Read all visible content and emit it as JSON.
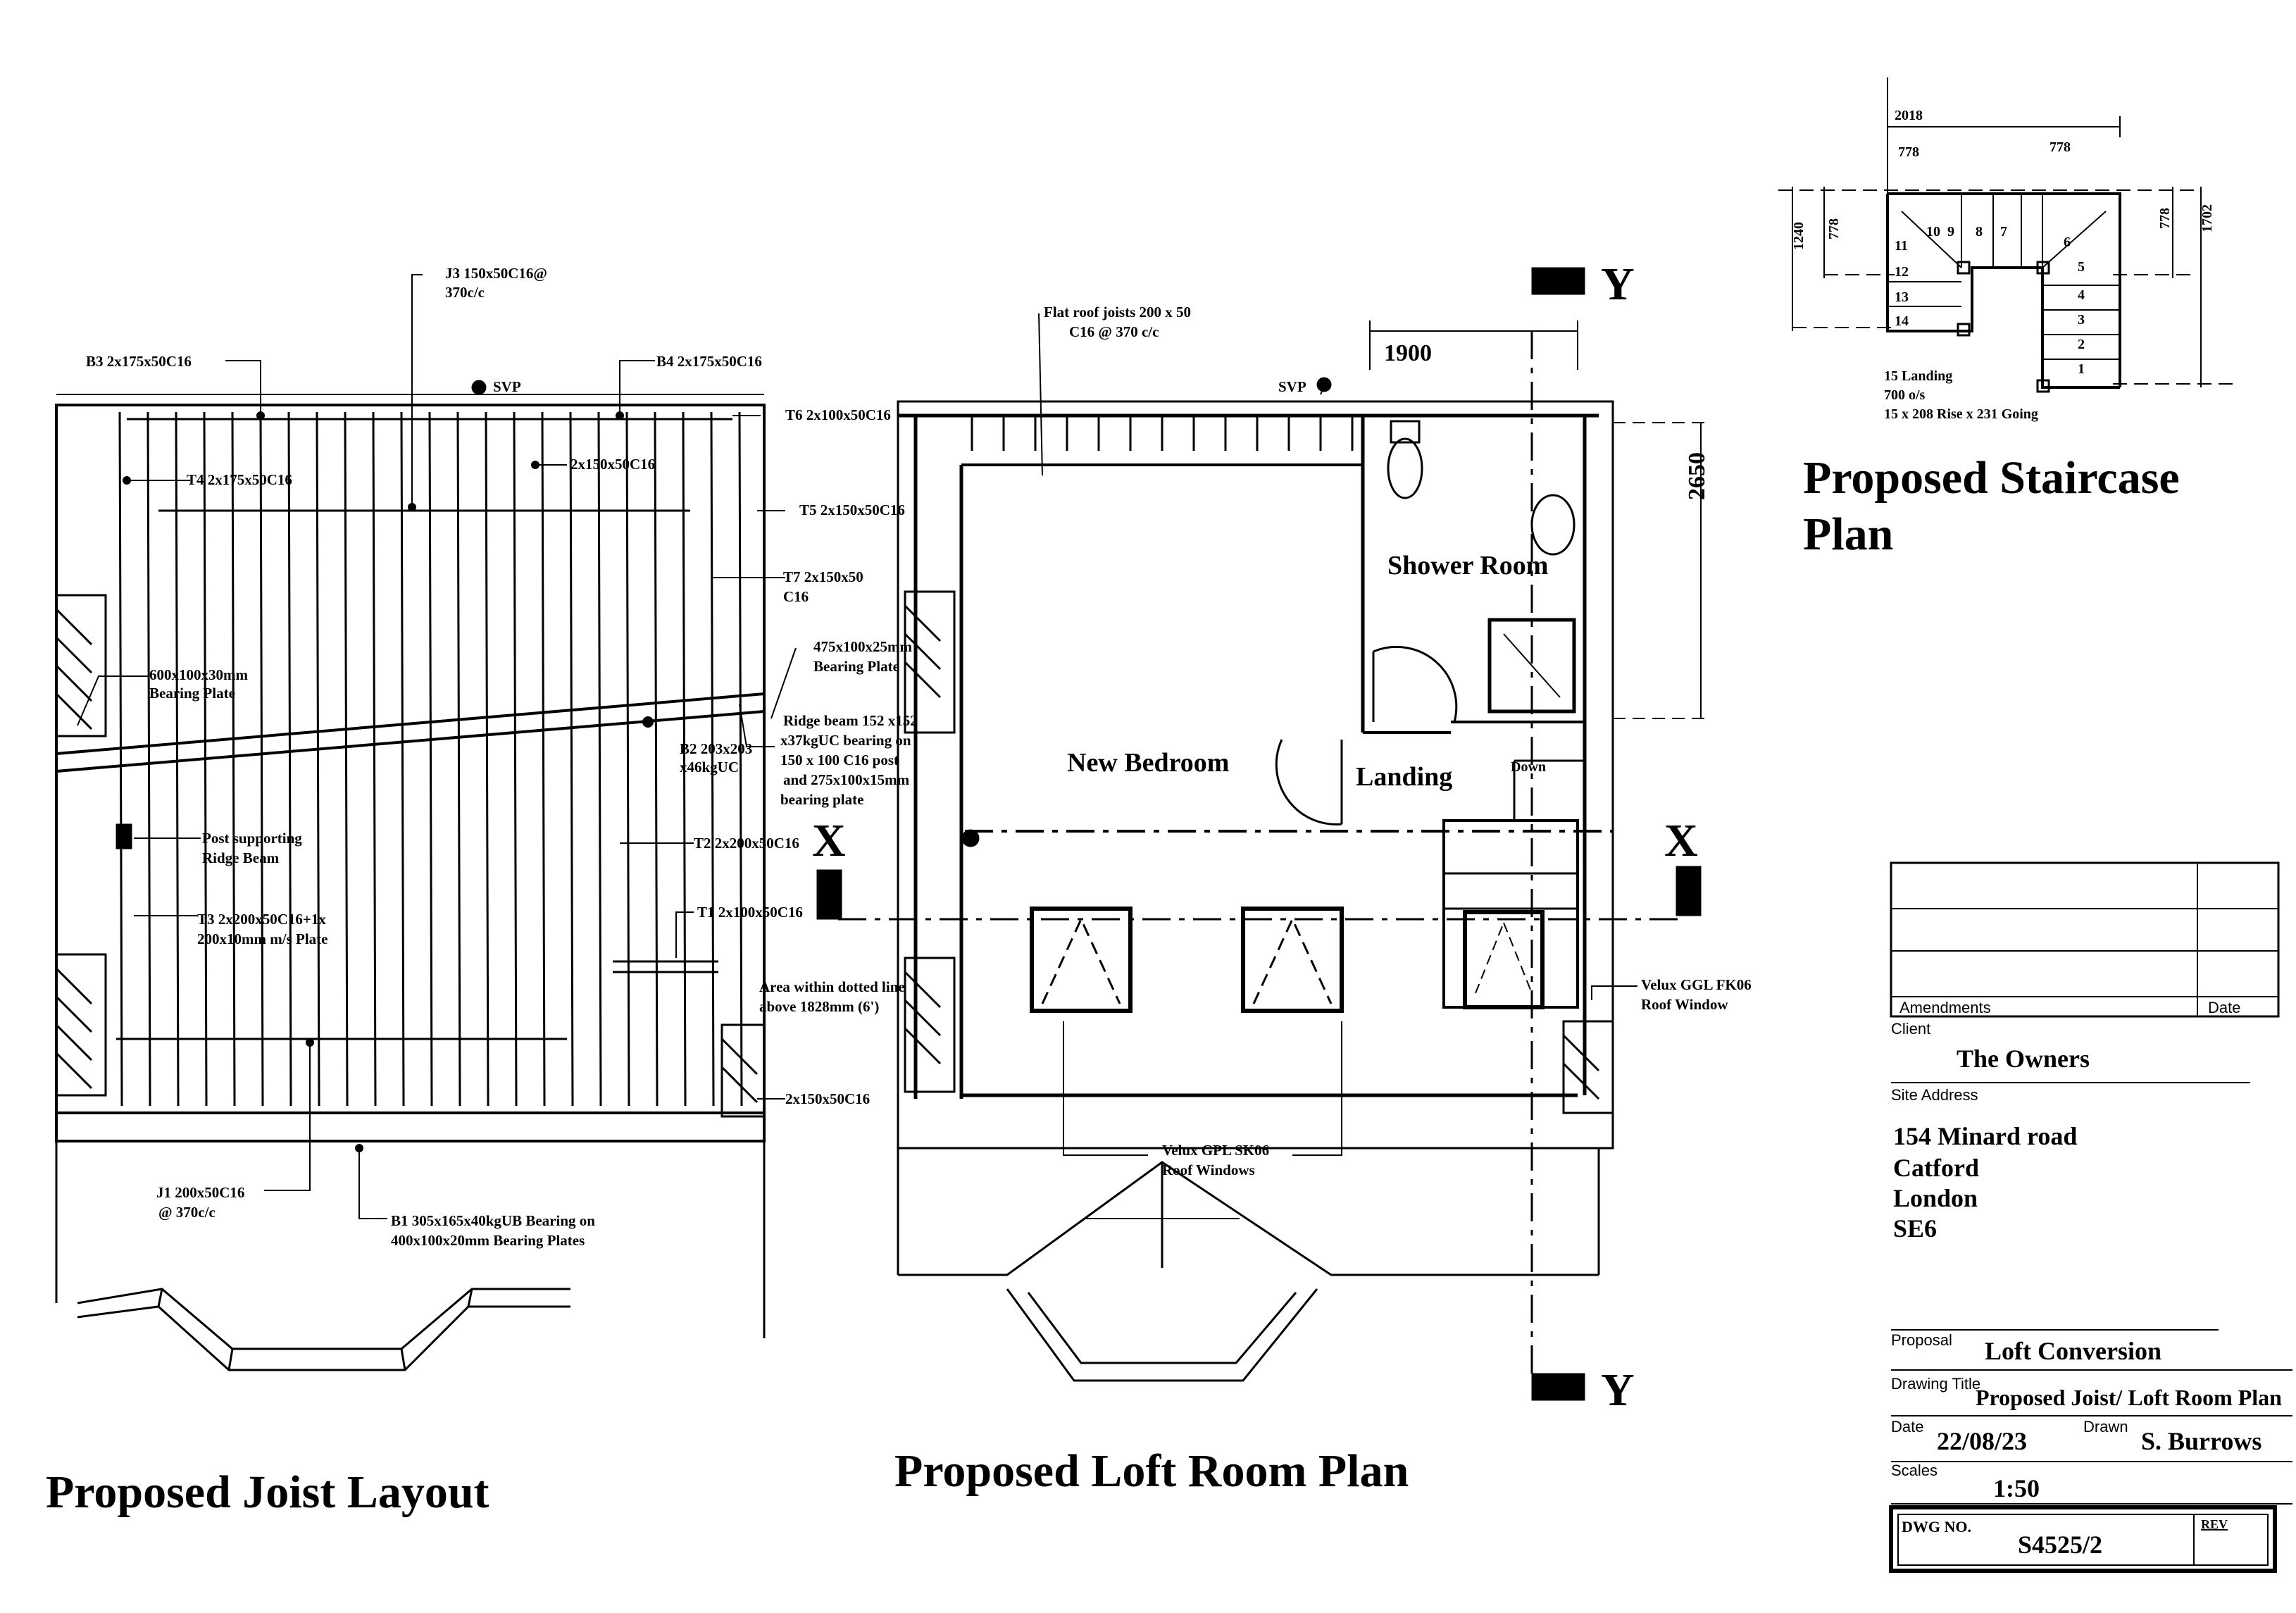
{
  "joist_layout": {
    "title": "Proposed Joist Layout",
    "labels": {
      "b3": "B3 2x175x50C16",
      "j3a": "J3 150x50C16@",
      "j3b": "370c/c",
      "svp": "SVP",
      "b4": "B4 2x175x50C16",
      "t6": "T6 2x100x50C16",
      "t4": "T4 2x175x50C16",
      "t4b": "2x150x50C16",
      "t5": "T5 2x150x50C16",
      "t7a": "T7 2x150x50",
      "t7b": "C16",
      "bp1a": "600x100x30mm",
      "bp1b": "Bearing Plate",
      "bp2a": "475x100x25mm",
      "bp2b": "Bearing Plate",
      "rb1": "Ridge beam 152 x152",
      "rb2": "x37kgUC bearing on",
      "rb3": "150 x 100 C16 post",
      "rb4": "and 275x100x15mm",
      "rb5": "bearing plate",
      "b2a": "B2 203x203",
      "b2b": "x46kgUC",
      "post1": "Post supporting",
      "post2": "Ridge Beam",
      "t2": "T2 2x200x50C16",
      "t3a": "T3 2x200x50C16+1x",
      "t3b": "200x10mm m/s Plate",
      "t1": "T1 2x100x50C16",
      "area1": "Area within dotted line",
      "area2": "above 1828mm (6')",
      "t8": "2x150x50C16",
      "j1a": "J1 200x50C16",
      "j1b": "@ 370c/c",
      "b1a": "B1 305x165x40kgUB Bearing on",
      "b1b": "400x100x20mm Bearing Plates"
    }
  },
  "loft_plan": {
    "title": "Proposed Loft Room Plan",
    "labels": {
      "flat1": "Flat roof joists 200 x 50",
      "flat2": "C16 @ 370 c/c",
      "svp": "SVP",
      "dim1900": "1900",
      "dim2650": "2650",
      "shower": "Shower Room",
      "bedroom": "New Bedroom",
      "landing": "Landing",
      "down": "Down",
      "velux_ggl1": "Velux GGL FK06",
      "velux_ggl2": "Roof Window",
      "velux_gpl1": "Velux GPL SK06",
      "velux_gpl2": "Roof Windows",
      "section_x": "X",
      "section_y": "Y"
    }
  },
  "staircase": {
    "title_line1": "Proposed Staircase",
    "title_line2": "Plan",
    "dims": {
      "top": "2018",
      "left778": "778",
      "right778": "778",
      "h1240": "1240",
      "h778a": "778",
      "h778b": "778",
      "h1702": "1702"
    },
    "treads": [
      "1",
      "2",
      "3",
      "4",
      "5",
      "6",
      "7",
      "8",
      "9",
      "10",
      "11",
      "12",
      "13",
      "14"
    ],
    "note1": "15 Landing",
    "note2": "700 o/s",
    "note3": "15 x 208 Rise x 231 Going"
  },
  "title_block": {
    "amendments_label": "Amendments",
    "date_label": "Date",
    "client_label": "Client",
    "client": "The Owners",
    "site_label": "Site Address",
    "address": [
      "154 Minard road",
      "Catford",
      "London",
      "SE6"
    ],
    "proposal_label": "Proposal",
    "proposal": "Loft Conversion",
    "drawing_title_label": "Drawing Title",
    "drawing_title": "Proposed Joist/ Loft Room Plan",
    "date_field_label": "Date",
    "date": "22/08/23",
    "drawn_label": "Drawn",
    "drawn": "S. Burrows",
    "scales_label": "Scales",
    "scale": "1:50",
    "dwg_no_label": "DWG NO.",
    "dwg_no": "S4525/2",
    "rev_label": "REV"
  }
}
